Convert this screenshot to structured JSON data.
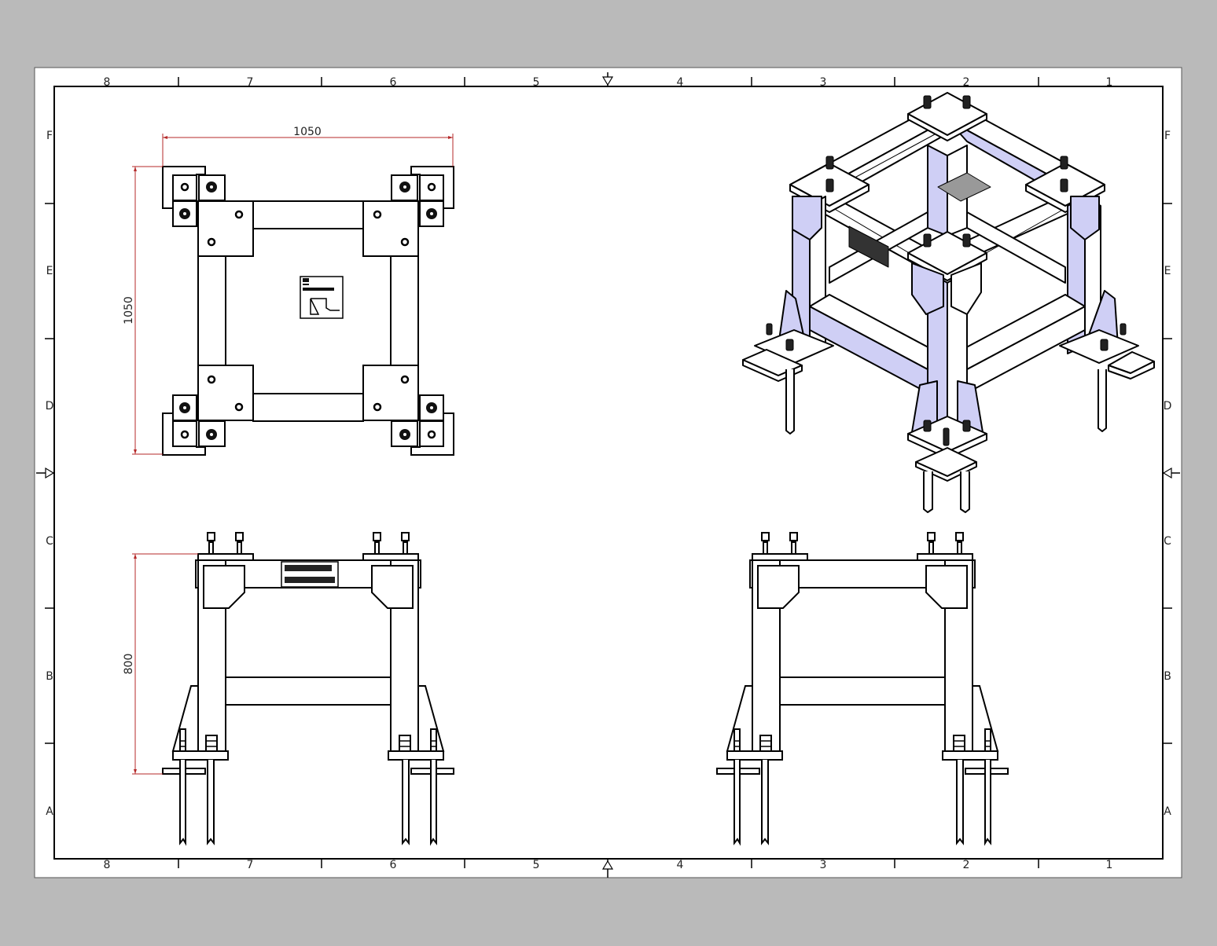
{
  "sheet": {
    "column_labels": [
      "8",
      "7",
      "6",
      "5",
      "4",
      "3",
      "2",
      "1"
    ],
    "row_labels": [
      "F",
      "E",
      "D",
      "C",
      "B",
      "A"
    ],
    "background_color": "#bababa",
    "dimension_color": "#b52a2a",
    "highlight_color": "#cfcff5"
  },
  "views": {
    "top": {
      "width_dimension": "1050",
      "depth_dimension": "1050"
    },
    "front": {
      "height_dimension": "800"
    },
    "side": {},
    "isometric": {}
  }
}
